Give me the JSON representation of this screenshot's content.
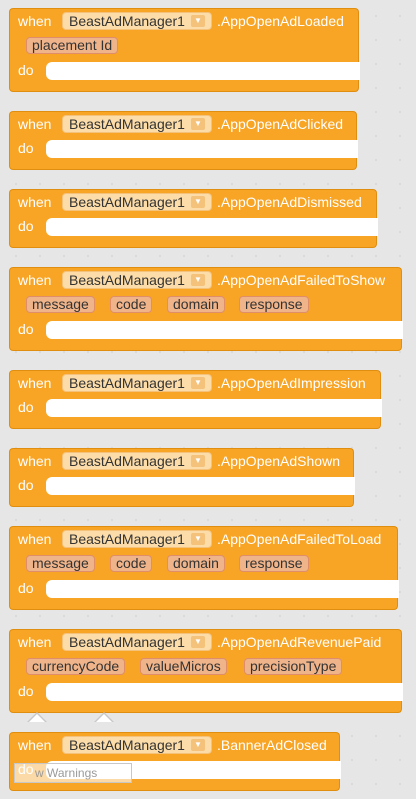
{
  "blocks": [
    {
      "when": "when",
      "component": "BeastAdManager1",
      "event": ".AppOpenAdLoaded",
      "params": [
        "placement Id"
      ],
      "do": "do"
    },
    {
      "when": "when",
      "component": "BeastAdManager1",
      "event": ".AppOpenAdClicked",
      "params": [],
      "do": "do"
    },
    {
      "when": "when",
      "component": "BeastAdManager1",
      "event": ".AppOpenAdDismissed",
      "params": [],
      "do": "do"
    },
    {
      "when": "when",
      "component": "BeastAdManager1",
      "event": ".AppOpenAdFailedToShow",
      "params": [
        "message",
        "code",
        "domain",
        "response"
      ],
      "do": "do"
    },
    {
      "when": "when",
      "component": "BeastAdManager1",
      "event": ".AppOpenAdImpression",
      "params": [],
      "do": "do"
    },
    {
      "when": "when",
      "component": "BeastAdManager1",
      "event": ".AppOpenAdShown",
      "params": [],
      "do": "do"
    },
    {
      "when": "when",
      "component": "BeastAdManager1",
      "event": ".AppOpenAdFailedToLoad",
      "params": [
        "message",
        "code",
        "domain",
        "response"
      ],
      "do": "do"
    },
    {
      "when": "when",
      "component": "BeastAdManager1",
      "event": ".AppOpenAdRevenuePaid",
      "params": [
        "currencyCode",
        "valueMicros",
        "precisionType"
      ],
      "do": "do"
    },
    {
      "when": "when",
      "component": "BeastAdManager1",
      "event": ".BannerAdClosed",
      "params": [],
      "do": "do"
    }
  ],
  "warnings_button": "w Warnings",
  "dropdown_icon": "chevron-down-icon",
  "colors": {
    "block": "#f8a424",
    "param": "#f0b48a",
    "component_field": "#fcdca8"
  }
}
